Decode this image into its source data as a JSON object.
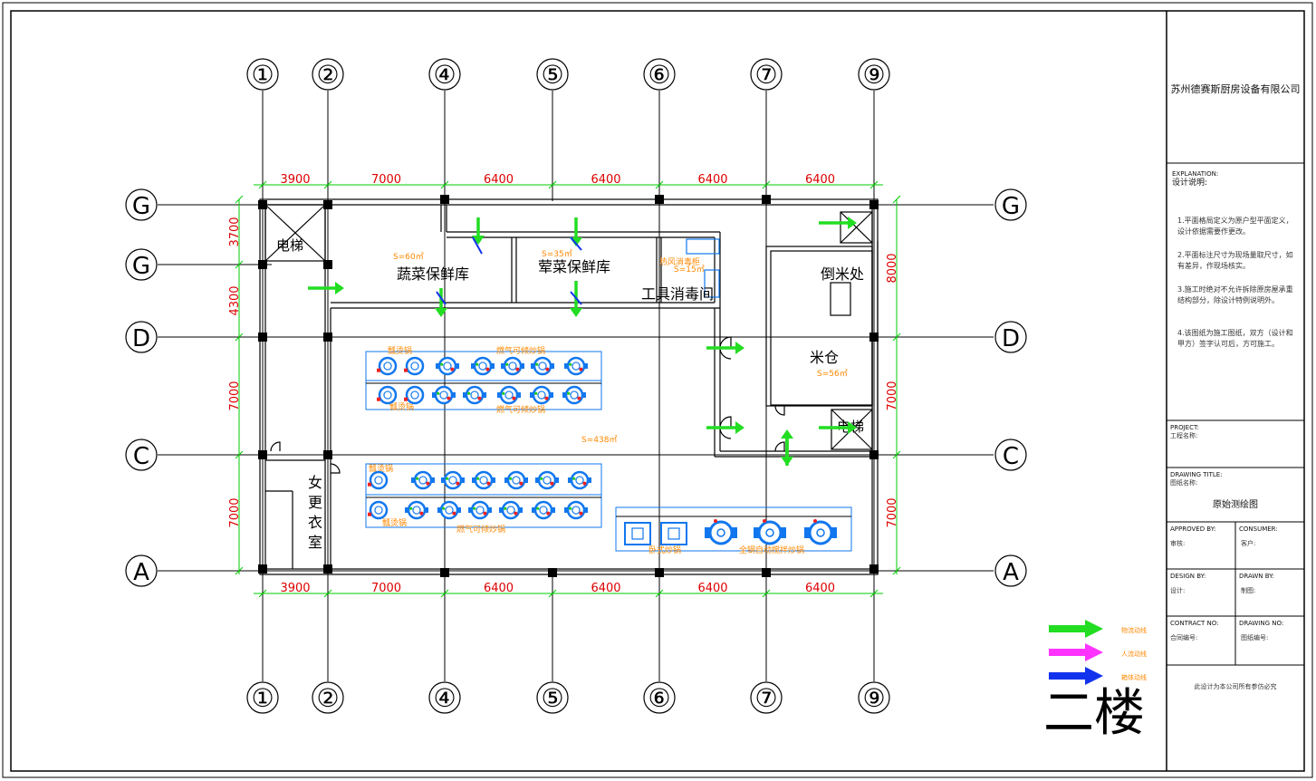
{
  "axes": {
    "columns": [
      "①",
      "②",
      "④",
      "⑤",
      "⑥",
      "⑦",
      "⑨"
    ],
    "rows": [
      "G",
      "G",
      "D",
      "C",
      "A"
    ]
  },
  "dimensions": {
    "top": [
      "3900",
      "7000",
      "6400",
      "6400",
      "6400",
      "6400"
    ],
    "bottom": [
      "3900",
      "7000",
      "6400",
      "6400",
      "6400",
      "6400"
    ],
    "left": [
      "3700",
      "4300",
      "7000",
      "7000"
    ],
    "right": [
      "8000",
      "7000",
      "7000"
    ]
  },
  "rooms": {
    "elevator_left": "电梯",
    "veg_storage": "蔬菜保鲜库",
    "veg_area": "S=60㎡",
    "meat_storage": "荤菜保鲜库",
    "meat_area": "S=35㎡",
    "disinfect": "工具消毒间",
    "disinfect_area": "S=15㎡",
    "hot_air_cabinet": "热风消毒柜",
    "rice_pour": "倒米处",
    "rice_store": "米仓",
    "rice_area": "S=56㎡",
    "elevator_right": "电梯",
    "female_locker": "女更衣室",
    "kitchen_area": "S=438㎡"
  },
  "equipment": {
    "group1_top_left": "瓢烫锅",
    "group1_top_right": "燃气可倾炒锅",
    "group1_bottom_left": "瓢烫锅",
    "group1_bottom_right": "燃气可倾炒锅",
    "group2_top_left": "瓢烫锅",
    "group2_bottom_left": "瓢烫锅",
    "group2_bottom_right": "燃气可倾炒锅",
    "group3_left": "卧式炒锅",
    "group3_right": "全钢自动搅拌炒锅"
  },
  "legend": {
    "items": [
      {
        "label": "物流动线",
        "color": "#22dd22"
      },
      {
        "label": "人流动线",
        "color": "#ff33ff"
      },
      {
        "label": "箱体动线",
        "color": "#1133ee"
      }
    ]
  },
  "floor_label": "二楼",
  "title_block": {
    "company": "苏州德赛斯厨房设备有限公司",
    "explanation_en": "EXPLANATION:",
    "explanation_cn": "设计说明:",
    "notes": [
      "1.平面格局定义为原户型平面定义，设计依据需要作更改。",
      "2.平面标注尺寸为现场量取尺寸，如有差异，作现场核实。",
      "3.施工时绝对不允许拆除原房屋承重结构部分，除设计特例说明外。",
      "4.该图纸为施工图纸，双方（设计和甲方）签字认可后，方可施工。"
    ],
    "project_en": "PROJECT:",
    "project_cn": "工程名称:",
    "drawing_title_en": "DRAWING TITLE:",
    "drawing_title_cn": "图纸名称:",
    "drawing_title_value": "原始测绘图",
    "approved_en": "APPROVED BY:",
    "approved_cn": "审核:",
    "consumer_en": "CONSUMER:",
    "consumer_cn": "客户:",
    "design_en": "DESIGN BY:",
    "design_cn": "设计:",
    "drawn_en": "DRAWN BY:",
    "drawn_cn": "制图:",
    "contract_en": "CONTRACT NO:",
    "contract_cn": "合同编号:",
    "drawing_no_en": "DRAWING NO:",
    "drawing_no_cn": "图纸编号:",
    "copyright": "此设计为本公司所有参仿必究"
  },
  "colors": {
    "dimension": "#00cc00",
    "dimension_text": "#dd0000",
    "equipment": "#1177ee",
    "area_text": "#ff8800",
    "flow_green": "#22dd22",
    "flow_blue": "#1133ee"
  }
}
